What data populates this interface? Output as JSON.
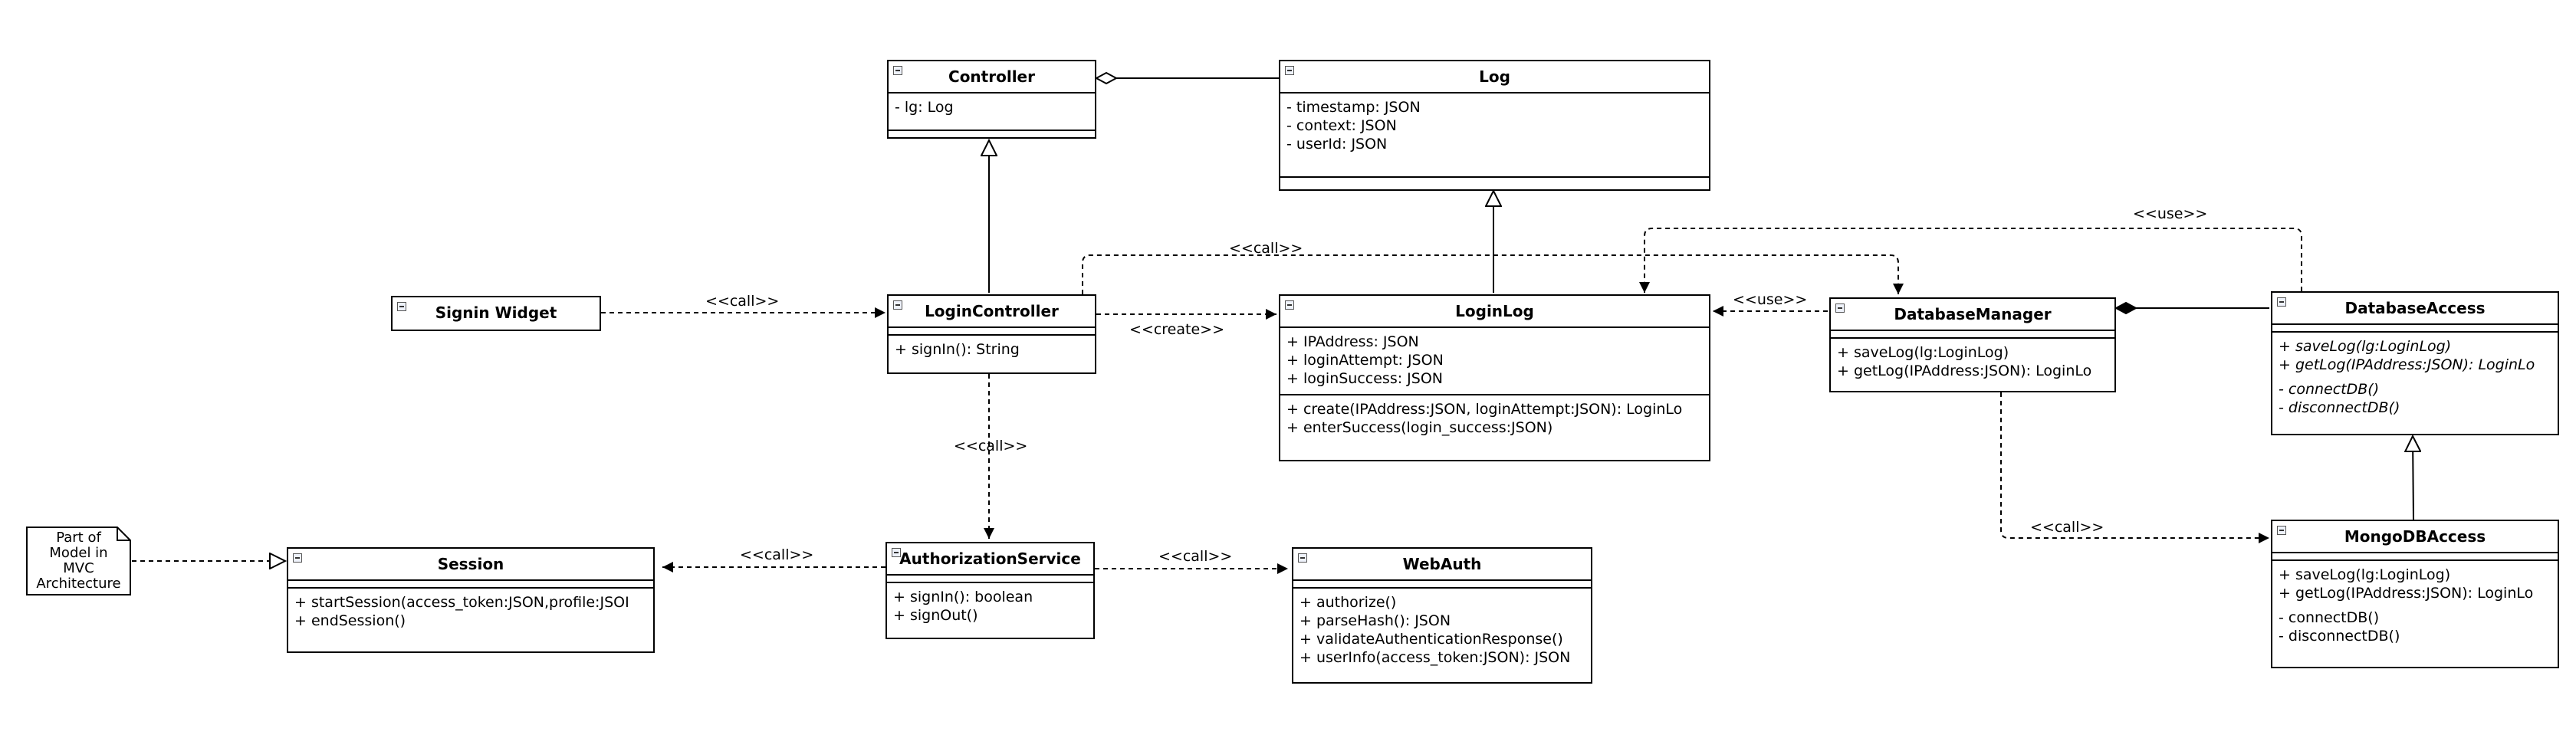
{
  "classes": {
    "controller": {
      "name": "Controller",
      "attrs": [
        "- lg: Log"
      ],
      "ops": []
    },
    "log": {
      "name": "Log",
      "attrs": [
        "- timestamp: JSON",
        "- context: JSON",
        "- userId: JSON"
      ],
      "ops": []
    },
    "signin_widget": {
      "name": "Signin Widget"
    },
    "login_controller": {
      "name": "LoginController",
      "attrs": [],
      "ops": [
        "+ signIn(): String"
      ]
    },
    "login_log": {
      "name": "LoginLog",
      "attrs": [
        "+ IPAddress: JSON",
        "+ loginAttempt: JSON",
        "+ loginSuccess: JSON"
      ],
      "ops": [
        "+ create(IPAddress:JSON, loginAttempt:JSON): LoginLo",
        "+ enterSuccess(login_success:JSON)"
      ]
    },
    "database_manager": {
      "name": "DatabaseManager",
      "attrs": [],
      "ops": [
        "+ saveLog(lg:LoginLog)",
        "+ getLog(IPAddress:JSON): LoginLo"
      ]
    },
    "database_access": {
      "name": "DatabaseAccess",
      "attrs": [],
      "ops_abstract": [
        "+ saveLog(lg:LoginLog)",
        "+ getLog(IPAddress:JSON): LoginLo"
      ],
      "ops_private": [
        "- connectDB()",
        "- disconnectDB()"
      ]
    },
    "mongodb_access": {
      "name": "MongoDBAccess",
      "attrs": [],
      "ops": [
        "+ saveLog(lg:LoginLog)",
        "+ getLog(IPAddress:JSON): LoginLo"
      ],
      "ops_private": [
        "- connectDB()",
        "- disconnectDB()"
      ]
    },
    "session": {
      "name": "Session",
      "attrs": [],
      "ops": [
        "+ startSession(access_token:JSON,profile:JSOI",
        "+ endSession()"
      ]
    },
    "authorization_service": {
      "name": "AuthorizationService",
      "attrs": [],
      "ops": [
        "+ signIn(): boolean",
        "+ signOut()"
      ]
    },
    "webauth": {
      "name": "WebAuth",
      "attrs": [],
      "ops": [
        "+ authorize()",
        "+ parseHash(): JSON",
        "+ validateAuthenticationResponse()",
        "+ userInfo(access_token:JSON): JSON"
      ]
    }
  },
  "note": {
    "lines": [
      "Part of",
      "Model in",
      "MVC",
      "Architecture"
    ]
  },
  "edge_labels": {
    "signin_call": "<<call>>",
    "lc_create": "<<create>>",
    "lc_dbm_call": "<<call>>",
    "lc_auth_call": "<<call>>",
    "auth_session_call": "<<call>>",
    "auth_webauth_call": "<<call>>",
    "dbm_loginlog_use": "<<use>>",
    "dba_loginlog_use": "<<use>>",
    "dbm_mongo_call": "<<call>>"
  }
}
